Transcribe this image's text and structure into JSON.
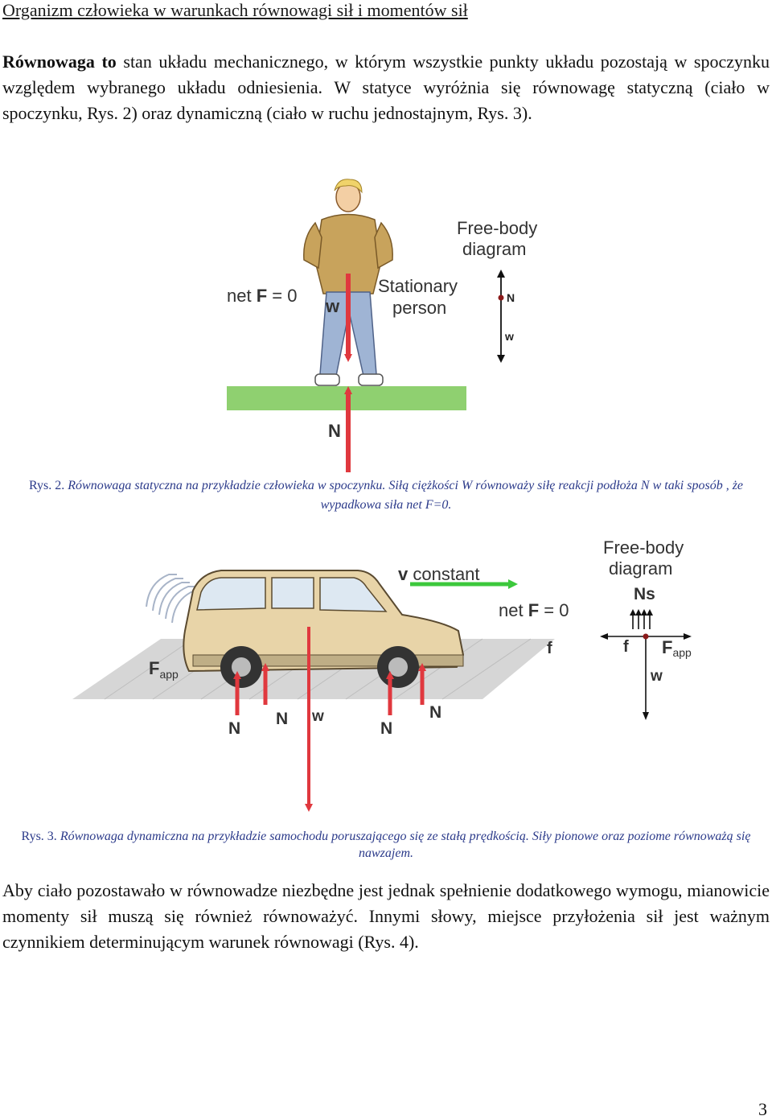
{
  "heading": "Organizm człowieka w warunkach równowagi sił i momentów sił",
  "intro": {
    "bold_term": "Równowaga to",
    "text": " stan układu mechanicznego, w którym wszystkie punkty układu pozostają w spoczynku względem wybranego układu odniesienia. W statyce wyróżnia się równowagę statyczną (ciało w spoczynku, Rys. 2) oraz dynamiczną (ciało w ruchu jednostajnym, Rys. 3)."
  },
  "figure2": {
    "free_body_line1": "Free-body",
    "free_body_line2": "diagram",
    "net_prefix": "net ",
    "net_bold": "F",
    "net_suffix": " = 0",
    "stationary_line1": "Stationary",
    "stationary_line2": "person",
    "label_w": "w",
    "label_N": "N",
    "fbd_N": "N",
    "fbd_w": "w",
    "caption_lead": "Rys. 2.",
    "caption_text": " Równowaga statyczna na przykładzie człowieka w spoczynku. Siłą ciężkości W równoważy siłę reakcji podłoża N w taki sposób , że wypadkowa siła net F=0."
  },
  "figure3": {
    "free_body_line1": "Free-body",
    "free_body_line2": "diagram",
    "v_bold": "v",
    "v_suffix": " constant",
    "net_prefix": "net ",
    "net_bold": "F",
    "net_suffix": " = 0",
    "f_label": "f",
    "fapp_main": "F",
    "fapp_sub": "app",
    "N1": "N",
    "N2": "N",
    "w": "w",
    "N3": "N",
    "N4": "N",
    "fbd_Ns": "Ns",
    "fbd_f": "f",
    "fbd_fapp_main": "F",
    "fbd_fapp_sub": "app",
    "fbd_w": "w",
    "caption_lead": "Rys. 3.",
    "caption_text": " Równowaga dynamiczna na przykładzie samochodu poruszającego się ze stałą prędkością. Siły pionowe oraz poziome równoważą się nawzajem."
  },
  "body_paragraph": "Aby ciało pozostawało w równowadze niezbędne jest jednak spełnienie dodatkowego wymogu, mianowicie momenty sił muszą się również równoważyć. Innymi słowy, miejsce przyłożenia sił jest ważnym czynnikiem determinującym warunek równowagi (Rys. 4).",
  "page_number": "3",
  "colors": {
    "force_red": "#e0383e",
    "grass_green": "#8fd070",
    "velocity_green": "#3cc83c",
    "caption_blue": "#2b3a8a",
    "car_body": "#e8d4a8",
    "ground_grey": "#c8c8c8"
  }
}
